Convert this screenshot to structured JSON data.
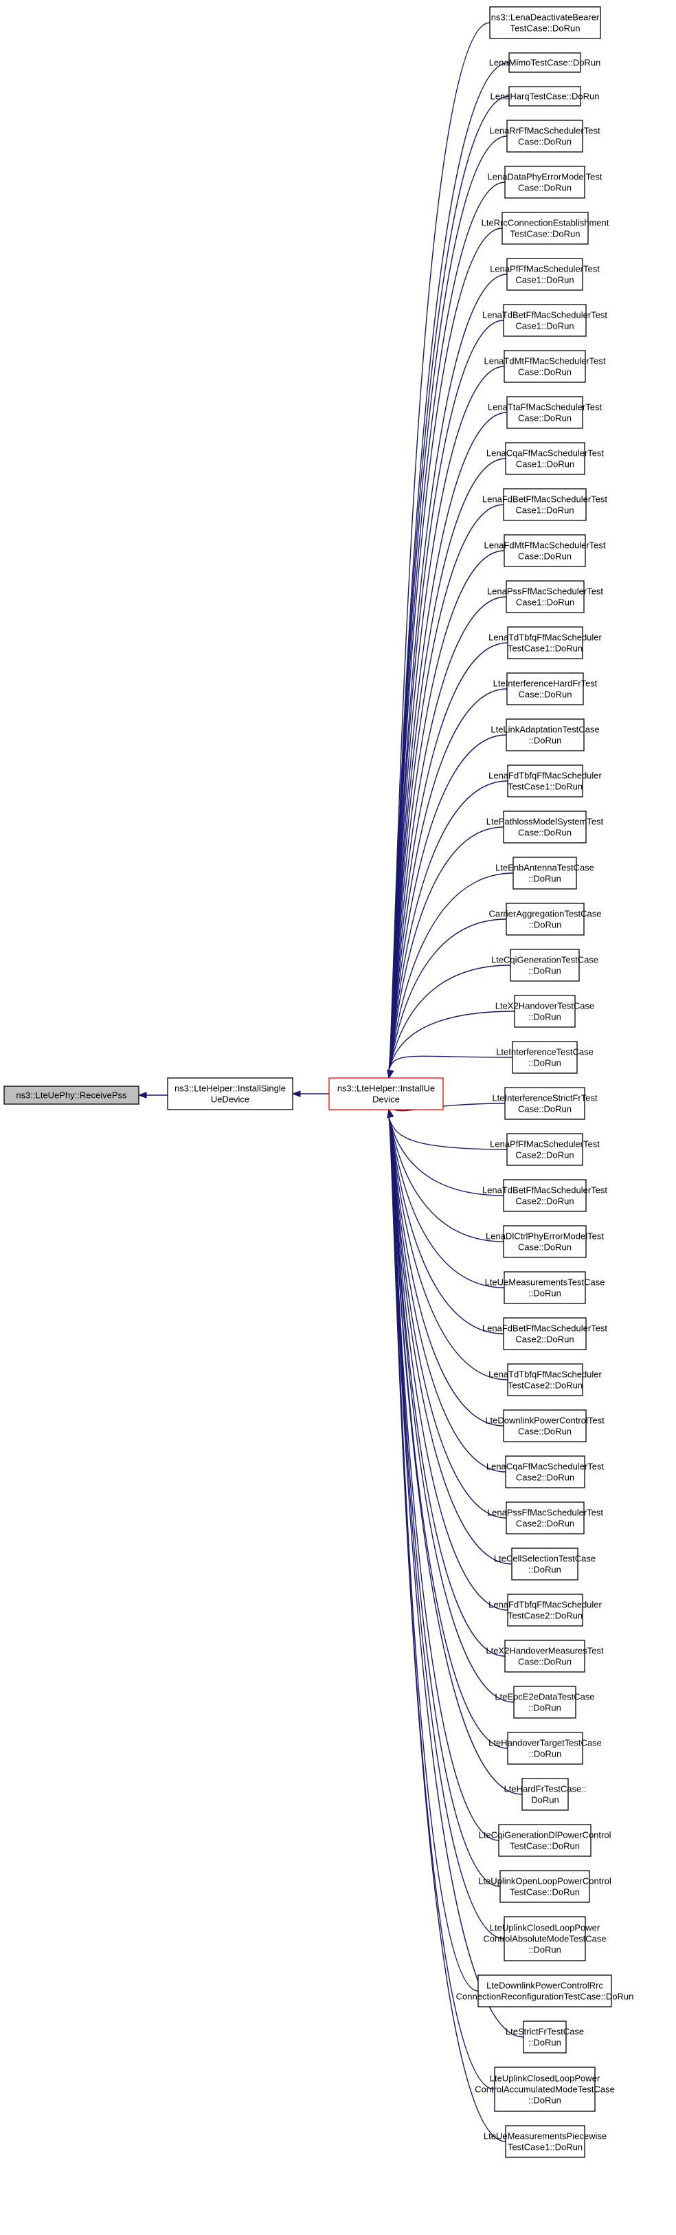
{
  "root": {
    "lines": [
      "ns3::LteUePhy::ReceivePss"
    ]
  },
  "middle": {
    "lines": [
      "ns3::LteHelper::InstallSingle",
      "UeDevice"
    ]
  },
  "focus": {
    "lines": [
      "ns3::LteHelper::InstallUe",
      "Device"
    ]
  },
  "callers": [
    {
      "lines": [
        "ns3::LenaDeactivateBearer",
        "TestCase::DoRun"
      ]
    },
    {
      "lines": [
        "LenaMimoTestCase::DoRun"
      ]
    },
    {
      "lines": [
        "LenaHarqTestCase::DoRun"
      ]
    },
    {
      "lines": [
        "LenaRrFfMacSchedulerTest",
        "Case::DoRun"
      ]
    },
    {
      "lines": [
        "LenaDataPhyErrorModelTest",
        "Case::DoRun"
      ]
    },
    {
      "lines": [
        "LteRrcConnectionEstablishment",
        "TestCase::DoRun"
      ]
    },
    {
      "lines": [
        "LenaPfFfMacSchedulerTest",
        "Case1::DoRun"
      ]
    },
    {
      "lines": [
        "LenaTdBetFfMacSchedulerTest",
        "Case1::DoRun"
      ]
    },
    {
      "lines": [
        "LenaTdMtFfMacSchedulerTest",
        "Case::DoRun"
      ]
    },
    {
      "lines": [
        "LenaTtaFfMacSchedulerTest",
        "Case::DoRun"
      ]
    },
    {
      "lines": [
        "LenaCqaFfMacSchedulerTest",
        "Case1::DoRun"
      ]
    },
    {
      "lines": [
        "LenaFdBetFfMacSchedulerTest",
        "Case1::DoRun"
      ]
    },
    {
      "lines": [
        "LenaFdMtFfMacSchedulerTest",
        "Case::DoRun"
      ]
    },
    {
      "lines": [
        "LenaPssFfMacSchedulerTest",
        "Case1::DoRun"
      ]
    },
    {
      "lines": [
        "LenaTdTbfqFfMacScheduler",
        "TestCase1::DoRun"
      ]
    },
    {
      "lines": [
        "LteInterferenceHardFrTest",
        "Case::DoRun"
      ]
    },
    {
      "lines": [
        "LteLinkAdaptationTestCase",
        "::DoRun"
      ]
    },
    {
      "lines": [
        "LenaFdTbfqFfMacScheduler",
        "TestCase1::DoRun"
      ]
    },
    {
      "lines": [
        "LtePathlossModelSystemTest",
        "Case::DoRun"
      ]
    },
    {
      "lines": [
        "LteEnbAntennaTestCase",
        "::DoRun"
      ]
    },
    {
      "lines": [
        "CarrierAggregationTestCase",
        "::DoRun"
      ]
    },
    {
      "lines": [
        "LteCqiGenerationTestCase",
        "::DoRun"
      ]
    },
    {
      "lines": [
        "LteX2HandoverTestCase",
        "::DoRun"
      ]
    },
    {
      "lines": [
        "LteInterferenceTestCase",
        "::DoRun"
      ]
    },
    {
      "lines": [
        "LteInterferenceStrictFrTest",
        "Case::DoRun"
      ]
    },
    {
      "lines": [
        "LenaPfFfMacSchedulerTest",
        "Case2::DoRun"
      ]
    },
    {
      "lines": [
        "LenaTdBetFfMacSchedulerTest",
        "Case2::DoRun"
      ]
    },
    {
      "lines": [
        "LenaDlCtrlPhyErrorModelTest",
        "Case::DoRun"
      ]
    },
    {
      "lines": [
        "LteUeMeasurementsTestCase",
        "::DoRun"
      ]
    },
    {
      "lines": [
        "LenaFdBetFfMacSchedulerTest",
        "Case2::DoRun"
      ]
    },
    {
      "lines": [
        "LenaTdTbfqFfMacScheduler",
        "TestCase2::DoRun"
      ]
    },
    {
      "lines": [
        "LteDownlinkPowerControlTest",
        "Case::DoRun"
      ]
    },
    {
      "lines": [
        "LenaCqaFfMacSchedulerTest",
        "Case2::DoRun"
      ]
    },
    {
      "lines": [
        "LenaPssFfMacSchedulerTest",
        "Case2::DoRun"
      ]
    },
    {
      "lines": [
        "LteCellSelectionTestCase",
        "::DoRun"
      ]
    },
    {
      "lines": [
        "LenaFdTbfqFfMacScheduler",
        "TestCase2::DoRun"
      ]
    },
    {
      "lines": [
        "LteX2HandoverMeasuresTest",
        "Case::DoRun"
      ]
    },
    {
      "lines": [
        "LteEpcE2eDataTestCase",
        "::DoRun"
      ]
    },
    {
      "lines": [
        "LteHandoverTargetTestCase",
        "::DoRun"
      ]
    },
    {
      "lines": [
        "LteHardFrTestCase::",
        "DoRun"
      ]
    },
    {
      "lines": [
        "LteCqiGenerationDlPowerControl",
        "TestCase::DoRun"
      ]
    },
    {
      "lines": [
        "LteUplinkOpenLoopPowerControl",
        "TestCase::DoRun"
      ]
    },
    {
      "lines": [
        "LteUplinkClosedLoopPower",
        "ControlAbsoluteModeTestCase",
        "::DoRun"
      ]
    },
    {
      "lines": [
        "LteDownlinkPowerControlRrc",
        "ConnectionReconfigurationTestCase::DoRun"
      ]
    },
    {
      "lines": [
        "LteStrictFrTestCase",
        "::DoRun"
      ]
    },
    {
      "lines": [
        "LteUplinkClosedLoopPower",
        "ControlAccumulatedModeTestCase",
        "::DoRun"
      ]
    },
    {
      "lines": [
        "LteUeMeasurementsPiecewise",
        "TestCase1::DoRun"
      ]
    }
  ],
  "colors": {
    "edge": "#191970",
    "focus_border": "#ff0000",
    "root_fill": "#bfbfbf"
  }
}
